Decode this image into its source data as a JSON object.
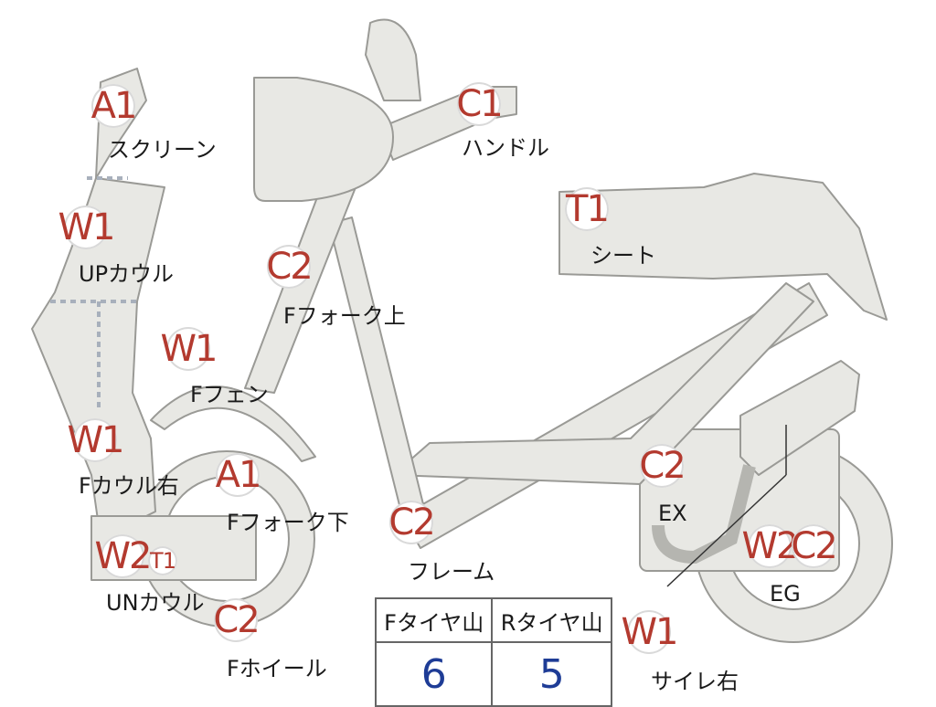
{
  "parts": [
    {
      "code": "A1",
      "name": "スクリーン"
    },
    {
      "code": "W1",
      "name": "UPカウル"
    },
    {
      "code": "W1",
      "name": "Fカウル右"
    },
    {
      "code": "W2",
      "code2": "T1",
      "name": "UNカウル"
    },
    {
      "code": "W1",
      "name": "Fフェン"
    },
    {
      "code": "A1",
      "name": "Fフォーク下"
    },
    {
      "code": "C2",
      "name": "Fホイール"
    },
    {
      "code": "C2",
      "name": "Fフォーク上"
    },
    {
      "code": "C1",
      "name": "ハンドル"
    },
    {
      "code": "T1",
      "name": "シート"
    },
    {
      "code": "C2",
      "name": "フレーム"
    },
    {
      "code": "C2",
      "name": "EX"
    },
    {
      "code": "W2",
      "code2": "C2",
      "name": "EG"
    },
    {
      "code": "W1",
      "name": "サイレ右"
    }
  ],
  "tread_table": {
    "headers": [
      "Fタイヤ山",
      "Rタイヤ山"
    ],
    "values": [
      "6",
      "5"
    ]
  },
  "colors": {
    "body_fill": "#e8e8e4",
    "body_stroke": "#9a9a96",
    "code_red": "#b33a2f",
    "value_blue": "#1e3c96",
    "dotted": "#a8b0bc"
  }
}
